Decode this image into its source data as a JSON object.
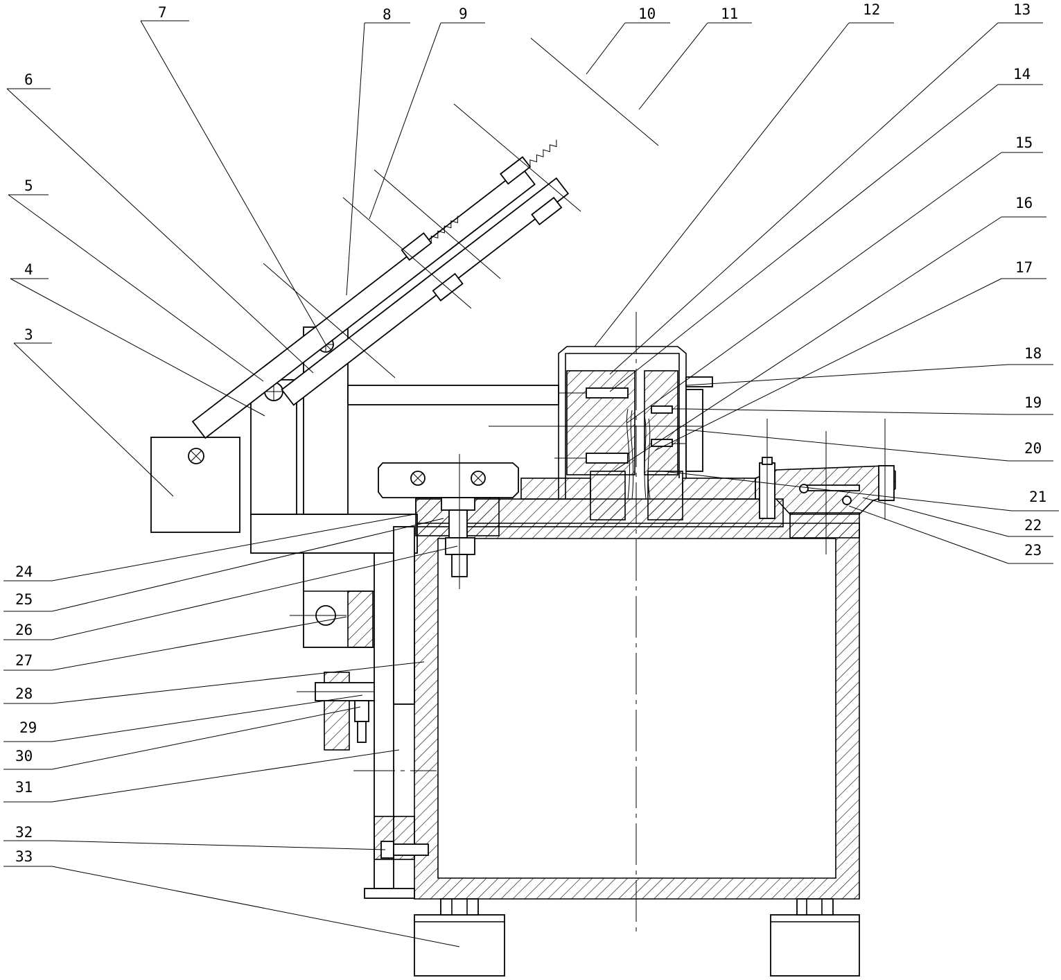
{
  "callouts": [
    {
      "id": "3",
      "text": "3"
    },
    {
      "id": "4",
      "text": "4"
    },
    {
      "id": "5",
      "text": "5"
    },
    {
      "id": "6",
      "text": "6"
    },
    {
      "id": "7",
      "text": "7"
    },
    {
      "id": "8",
      "text": "8"
    },
    {
      "id": "9",
      "text": "9"
    },
    {
      "id": "10",
      "text": "10"
    },
    {
      "id": "11",
      "text": "11"
    },
    {
      "id": "12",
      "text": "12"
    },
    {
      "id": "13",
      "text": "13"
    },
    {
      "id": "14",
      "text": "14"
    },
    {
      "id": "15",
      "text": "15"
    },
    {
      "id": "16",
      "text": "16"
    },
    {
      "id": "17",
      "text": "17"
    },
    {
      "id": "18",
      "text": "18"
    },
    {
      "id": "19",
      "text": "19"
    },
    {
      "id": "20",
      "text": "20"
    },
    {
      "id": "21",
      "text": "21"
    },
    {
      "id": "22",
      "text": "22"
    },
    {
      "id": "23",
      "text": "23"
    },
    {
      "id": "24",
      "text": "24"
    },
    {
      "id": "25",
      "text": "25"
    },
    {
      "id": "26",
      "text": "26"
    },
    {
      "id": "27",
      "text": "27"
    },
    {
      "id": "28",
      "text": "28"
    },
    {
      "id": "29",
      "text": "29"
    },
    {
      "id": "30",
      "text": "30"
    },
    {
      "id": "31",
      "text": "31"
    },
    {
      "id": "32",
      "text": "32"
    },
    {
      "id": "33",
      "text": "33"
    }
  ],
  "colors": {
    "line": "#000000",
    "background": "#ffffff"
  }
}
